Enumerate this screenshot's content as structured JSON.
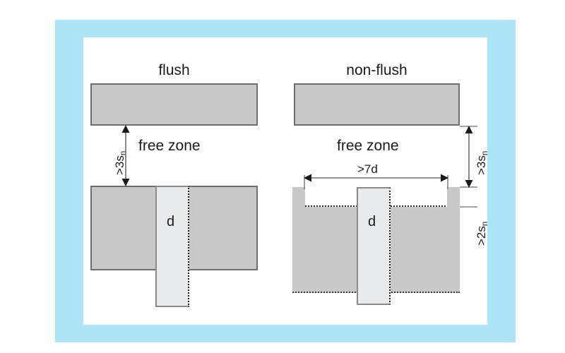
{
  "figure": {
    "kind": "engineering-diagram",
    "subject": "Proximity sensor mounting clearance requirements",
    "frame_color": "#ade4f8",
    "panel_color": "#ffffff",
    "body_fill": "#c8c8c8",
    "sensor_fill": "#e8eaec",
    "outline_color": "#6e6e6e"
  },
  "left": {
    "title": "flush",
    "free_zone_label": "free zone",
    "vertical_dim": {
      "prefix": ">3s",
      "subscript": "n"
    },
    "diameter_label": "d"
  },
  "right": {
    "title": "non-flush",
    "free_zone_label": "free zone",
    "vertical_dim": {
      "prefix": ">3s",
      "subscript": "n"
    },
    "recess_dim": {
      "prefix": ">2s",
      "subscript": "n"
    },
    "width_dim": ">7d",
    "diameter_label": "d"
  }
}
